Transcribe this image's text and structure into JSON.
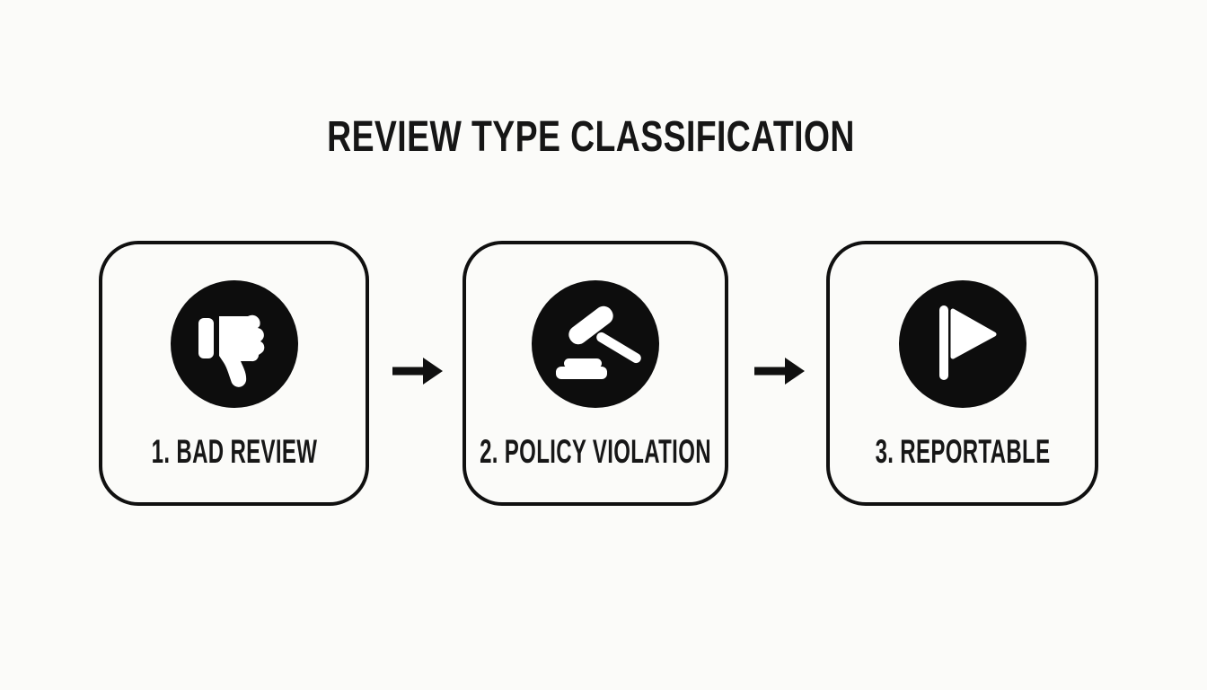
{
  "title": "REVIEW TYPE CLASSIFICATION",
  "steps": [
    {
      "number": "1",
      "label": "1. BAD REVIEW",
      "icon": "thumbs-down-icon"
    },
    {
      "number": "2",
      "label": "2. POLICY VIOLATION",
      "icon": "gavel-icon"
    },
    {
      "number": "3",
      "label": "3. REPORTABLE",
      "icon": "flag-icon"
    }
  ],
  "connectors": [
    {
      "from": "1",
      "to": "2",
      "icon": "arrow-right-icon"
    },
    {
      "from": "2",
      "to": "3",
      "icon": "arrow-right-icon"
    }
  ],
  "colors": {
    "background": "#fbfbf9",
    "box_border": "#101010",
    "icon_circle": "#0d0d0d",
    "icon_glyph": "#ffffff",
    "text": "#161616",
    "arrow": "#101010"
  }
}
